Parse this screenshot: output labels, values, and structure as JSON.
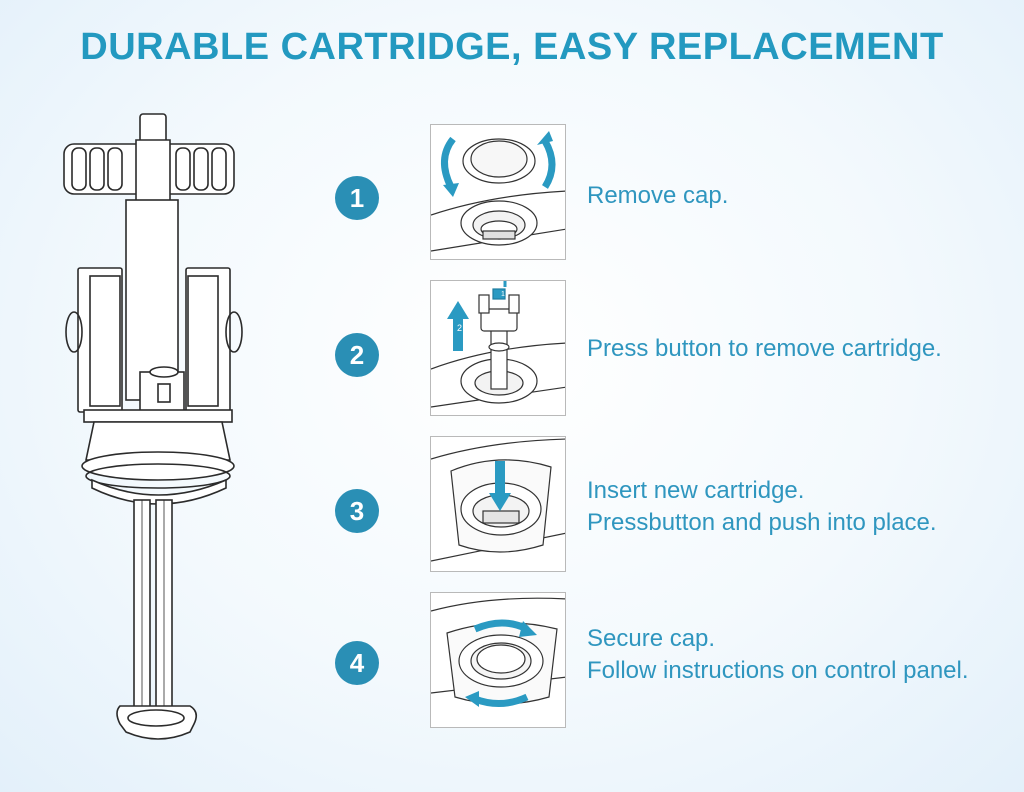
{
  "title": "DURABLE CARTRIDGE, EASY REPLACEMENT",
  "accent_color": "#2399c0",
  "steps": [
    {
      "number": "1",
      "lines": [
        "Remove cap."
      ]
    },
    {
      "number": "2",
      "lines": [
        "Press button to remove cartridge."
      ],
      "diagram_labels": [
        "1",
        "2"
      ]
    },
    {
      "number": "3",
      "lines": [
        "Insert new cartridge.",
        "Pressbutton and push into place."
      ]
    },
    {
      "number": "4",
      "lines": [
        "Secure cap.",
        "Follow instructions on control panel."
      ]
    }
  ]
}
